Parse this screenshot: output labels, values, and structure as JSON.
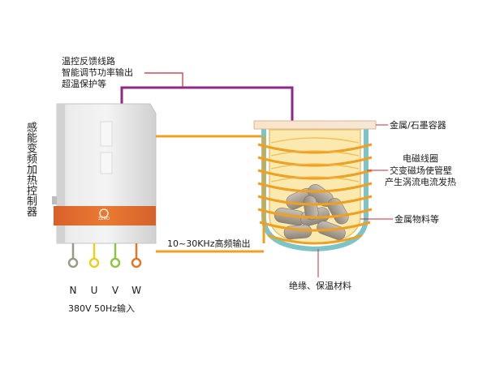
{
  "controller": {
    "vertical_label": "感能变频加热控制器",
    "logo_text": "ZERO"
  },
  "callout_top": {
    "lines": [
      "温控反馈线路",
      "智能调节功率输出",
      "超温保护等"
    ]
  },
  "labels": {
    "container": "金属/石墨容器",
    "coil_title": "电磁线圈",
    "coil_desc_1": "交变磁场使管壁",
    "coil_desc_2": "产生涡流电流发热",
    "material": "金属物料等",
    "insulation": "绝缘、保温材料",
    "hf_output": "10~30KHz高频输出",
    "power_input": "380V  50Hz输入"
  },
  "terminals": [
    {
      "label": "N",
      "color": "#9a9a86"
    },
    {
      "label": "U",
      "color": "#e8d020"
    },
    {
      "label": "V",
      "color": "#8cc63e"
    },
    {
      "label": "W",
      "color": "#e0782a"
    }
  ],
  "colors": {
    "wire_orange": "#f0a020",
    "signal_purple": "#8b2a8a",
    "callout_red": "#c8283a",
    "insulation": "#7cc4c8",
    "container_fill": "#fbe9b0",
    "controller_band": "#e8702e"
  }
}
